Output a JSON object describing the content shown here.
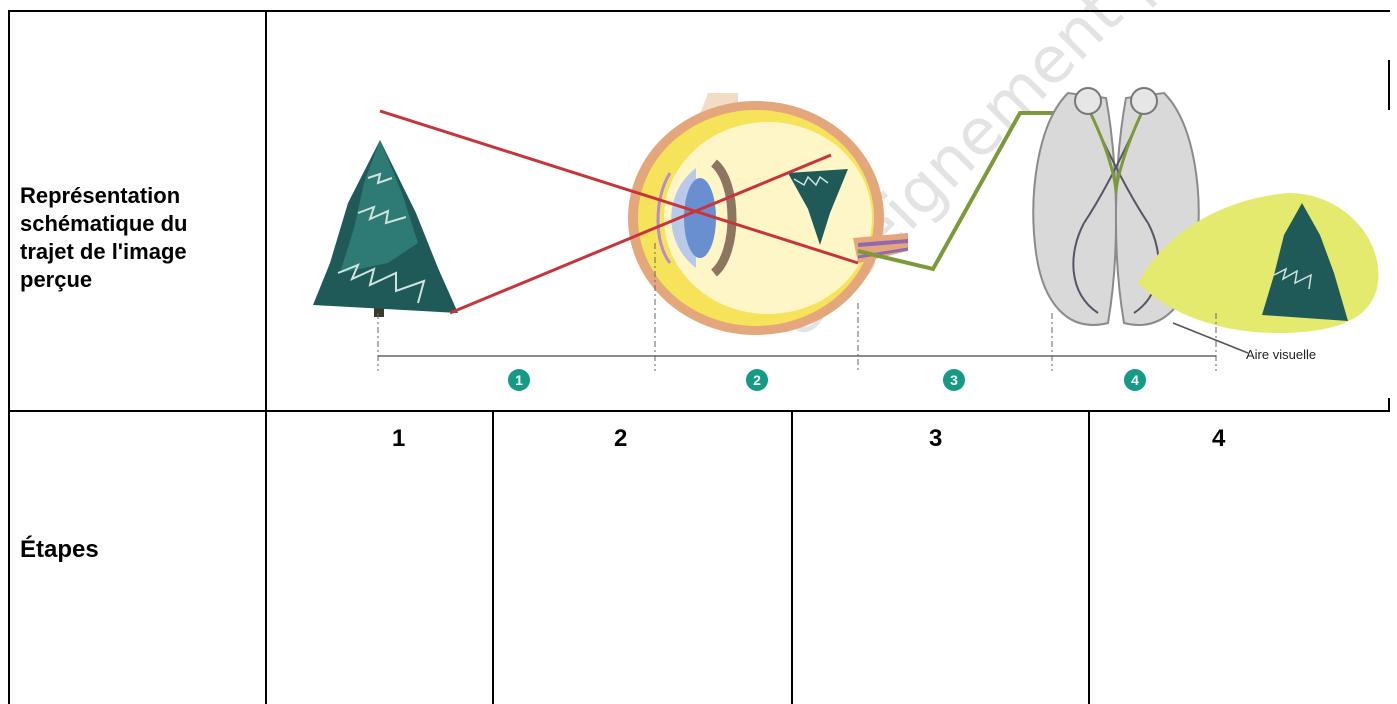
{
  "table": {
    "row1_header": [
      "Représentation",
      "schématique du",
      "trajet de l'image",
      "perçue"
    ],
    "row2_header": "Étapes",
    "columns": [
      "1",
      "2",
      "3",
      "4"
    ]
  },
  "diagram": {
    "steps": [
      "1",
      "2",
      "3",
      "4"
    ],
    "label_visual_area": "Aire visuelle",
    "colors": {
      "ray": "#c8343c",
      "tree": "#1f5a58",
      "step_badge": "#159a86",
      "nerve": "#7d9a3a",
      "visual_field": "#e4ea6e"
    }
  },
  "watermark": "enseignement professionnel"
}
